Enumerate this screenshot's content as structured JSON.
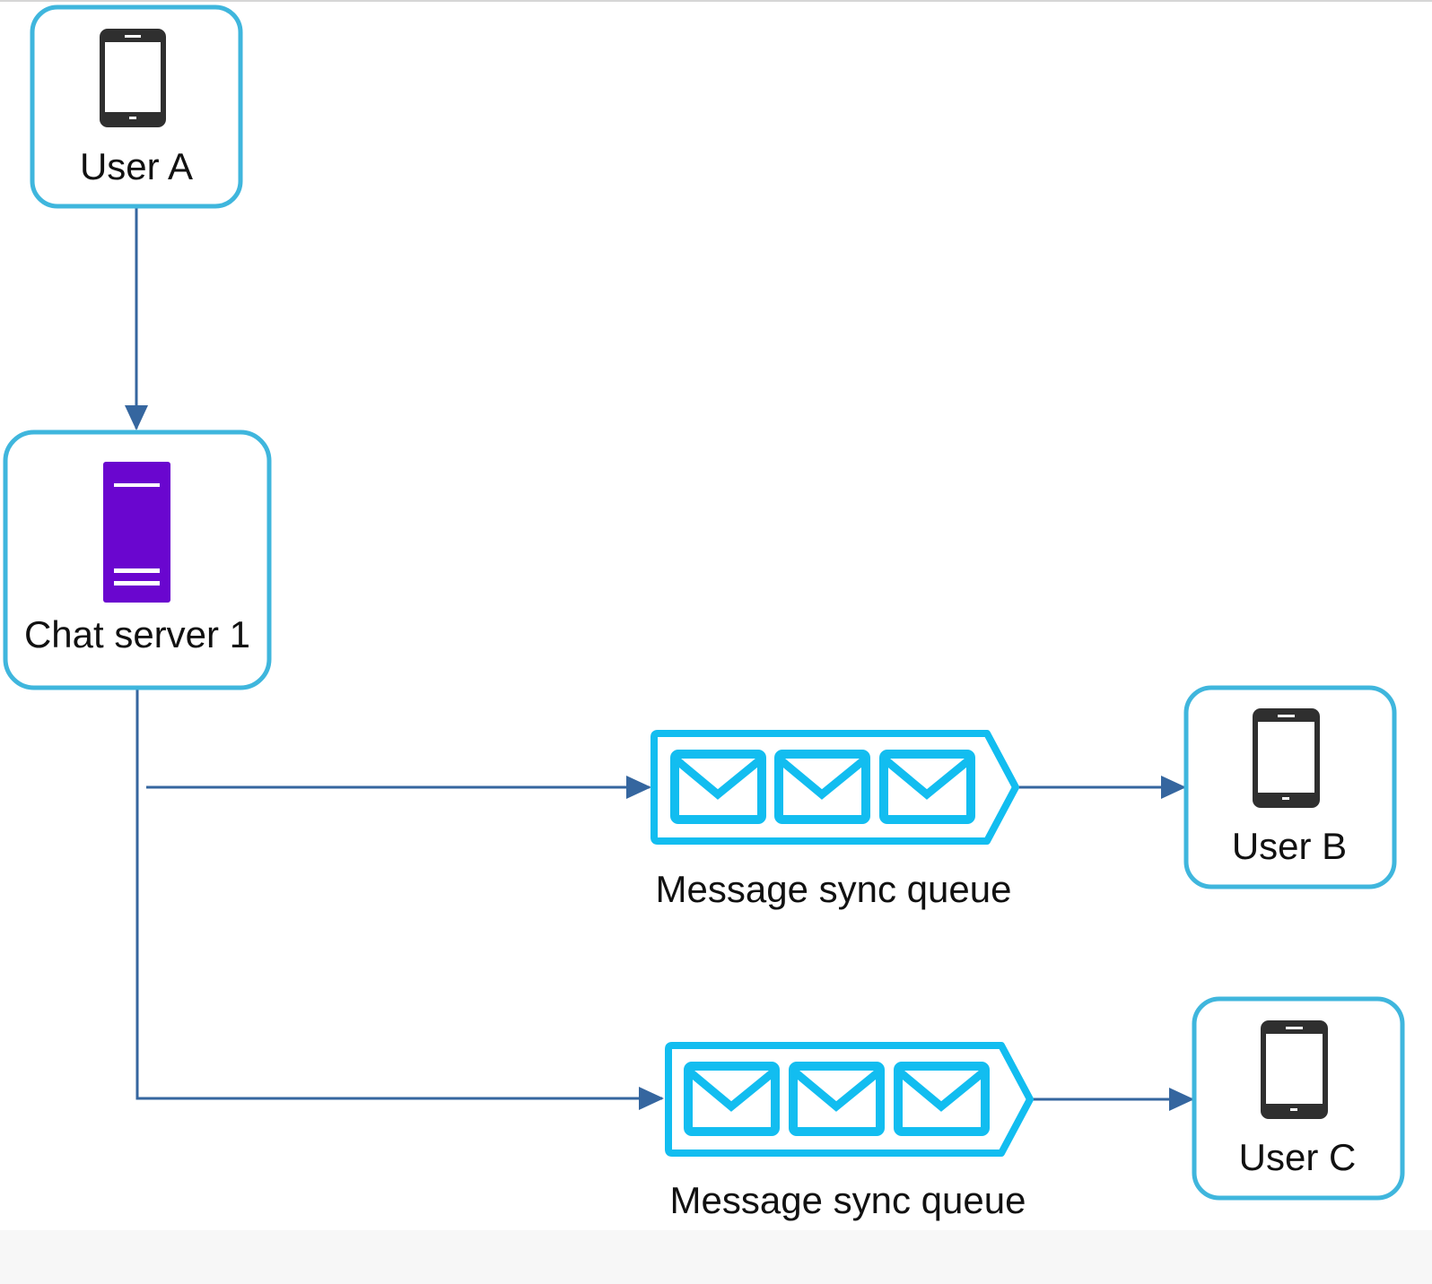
{
  "nodes": {
    "user_a": {
      "label": "User A",
      "icon": "mobile-phone-icon"
    },
    "chat_server": {
      "label": "Chat server 1",
      "icon": "server-icon"
    },
    "user_b": {
      "label": "User B",
      "icon": "mobile-phone-icon"
    },
    "user_c": {
      "label": "User C",
      "icon": "mobile-phone-icon"
    }
  },
  "queues": [
    {
      "label": "Message sync queue",
      "icon": "message-queue-icon"
    },
    {
      "label": "Message sync queue",
      "icon": "message-queue-icon"
    }
  ],
  "colors": {
    "node_border": "#3fb6dd",
    "queue": "#12bdf0",
    "arrow": "#35669f",
    "server": "#6a06cf",
    "phone": "#2f2f2f"
  }
}
